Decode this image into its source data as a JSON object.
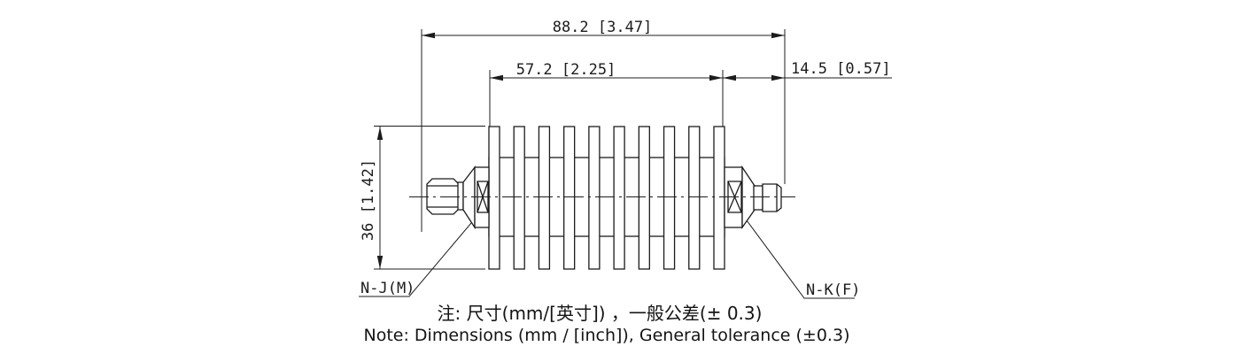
{
  "drawing": {
    "type": "technical-dimension-drawing",
    "subject": "coaxial-attenuator-with-heatsink-fins",
    "dimensions": {
      "overall_length": {
        "label": "88.2 [3.47]",
        "mm": 88.2,
        "inch": 3.47
      },
      "body_length": {
        "label": "57.2 [2.25]",
        "mm": 57.2,
        "inch": 2.25
      },
      "right_connector_length": {
        "label": "14.5 [0.57]",
        "mm": 14.5,
        "inch": 0.57
      },
      "height": {
        "label": "36 [1.42]",
        "mm": 36,
        "inch": 1.42
      }
    },
    "connector_labels": {
      "left": "N-J(M)",
      "right": "N-K(F)"
    },
    "heatsink": {
      "fin_count": 10
    },
    "notes": {
      "line1_zh": "注: 尺寸(mm/[英寸]) ，一般公差(± 0.3)",
      "line2_en": "Note: Dimensions (mm / [inch]), General tolerance (±0.3)"
    },
    "colors": {
      "line": "#1c1c1c",
      "background": "#ffffff"
    }
  }
}
